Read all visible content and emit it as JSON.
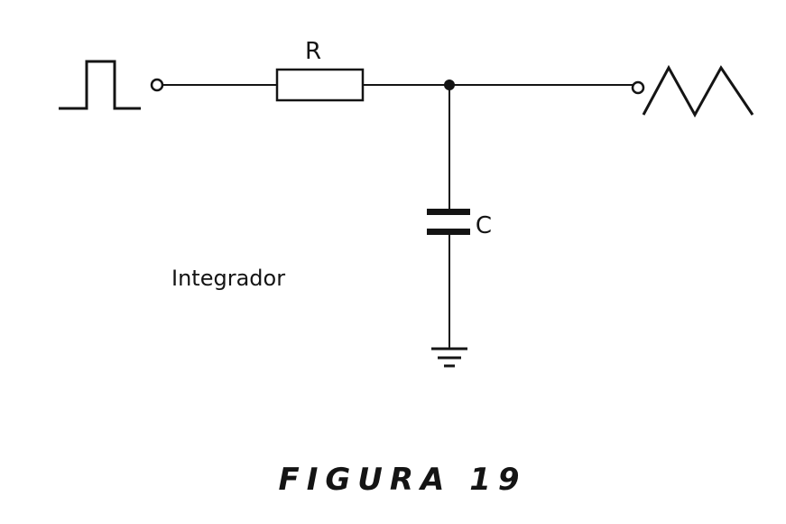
{
  "diagram": {
    "resistor_label": "R",
    "capacitor_label": "C",
    "circuit_name": "Integrador",
    "caption": "FIGURA 19"
  },
  "colors": {
    "ink": "#141414",
    "background": "#ffffff"
  }
}
